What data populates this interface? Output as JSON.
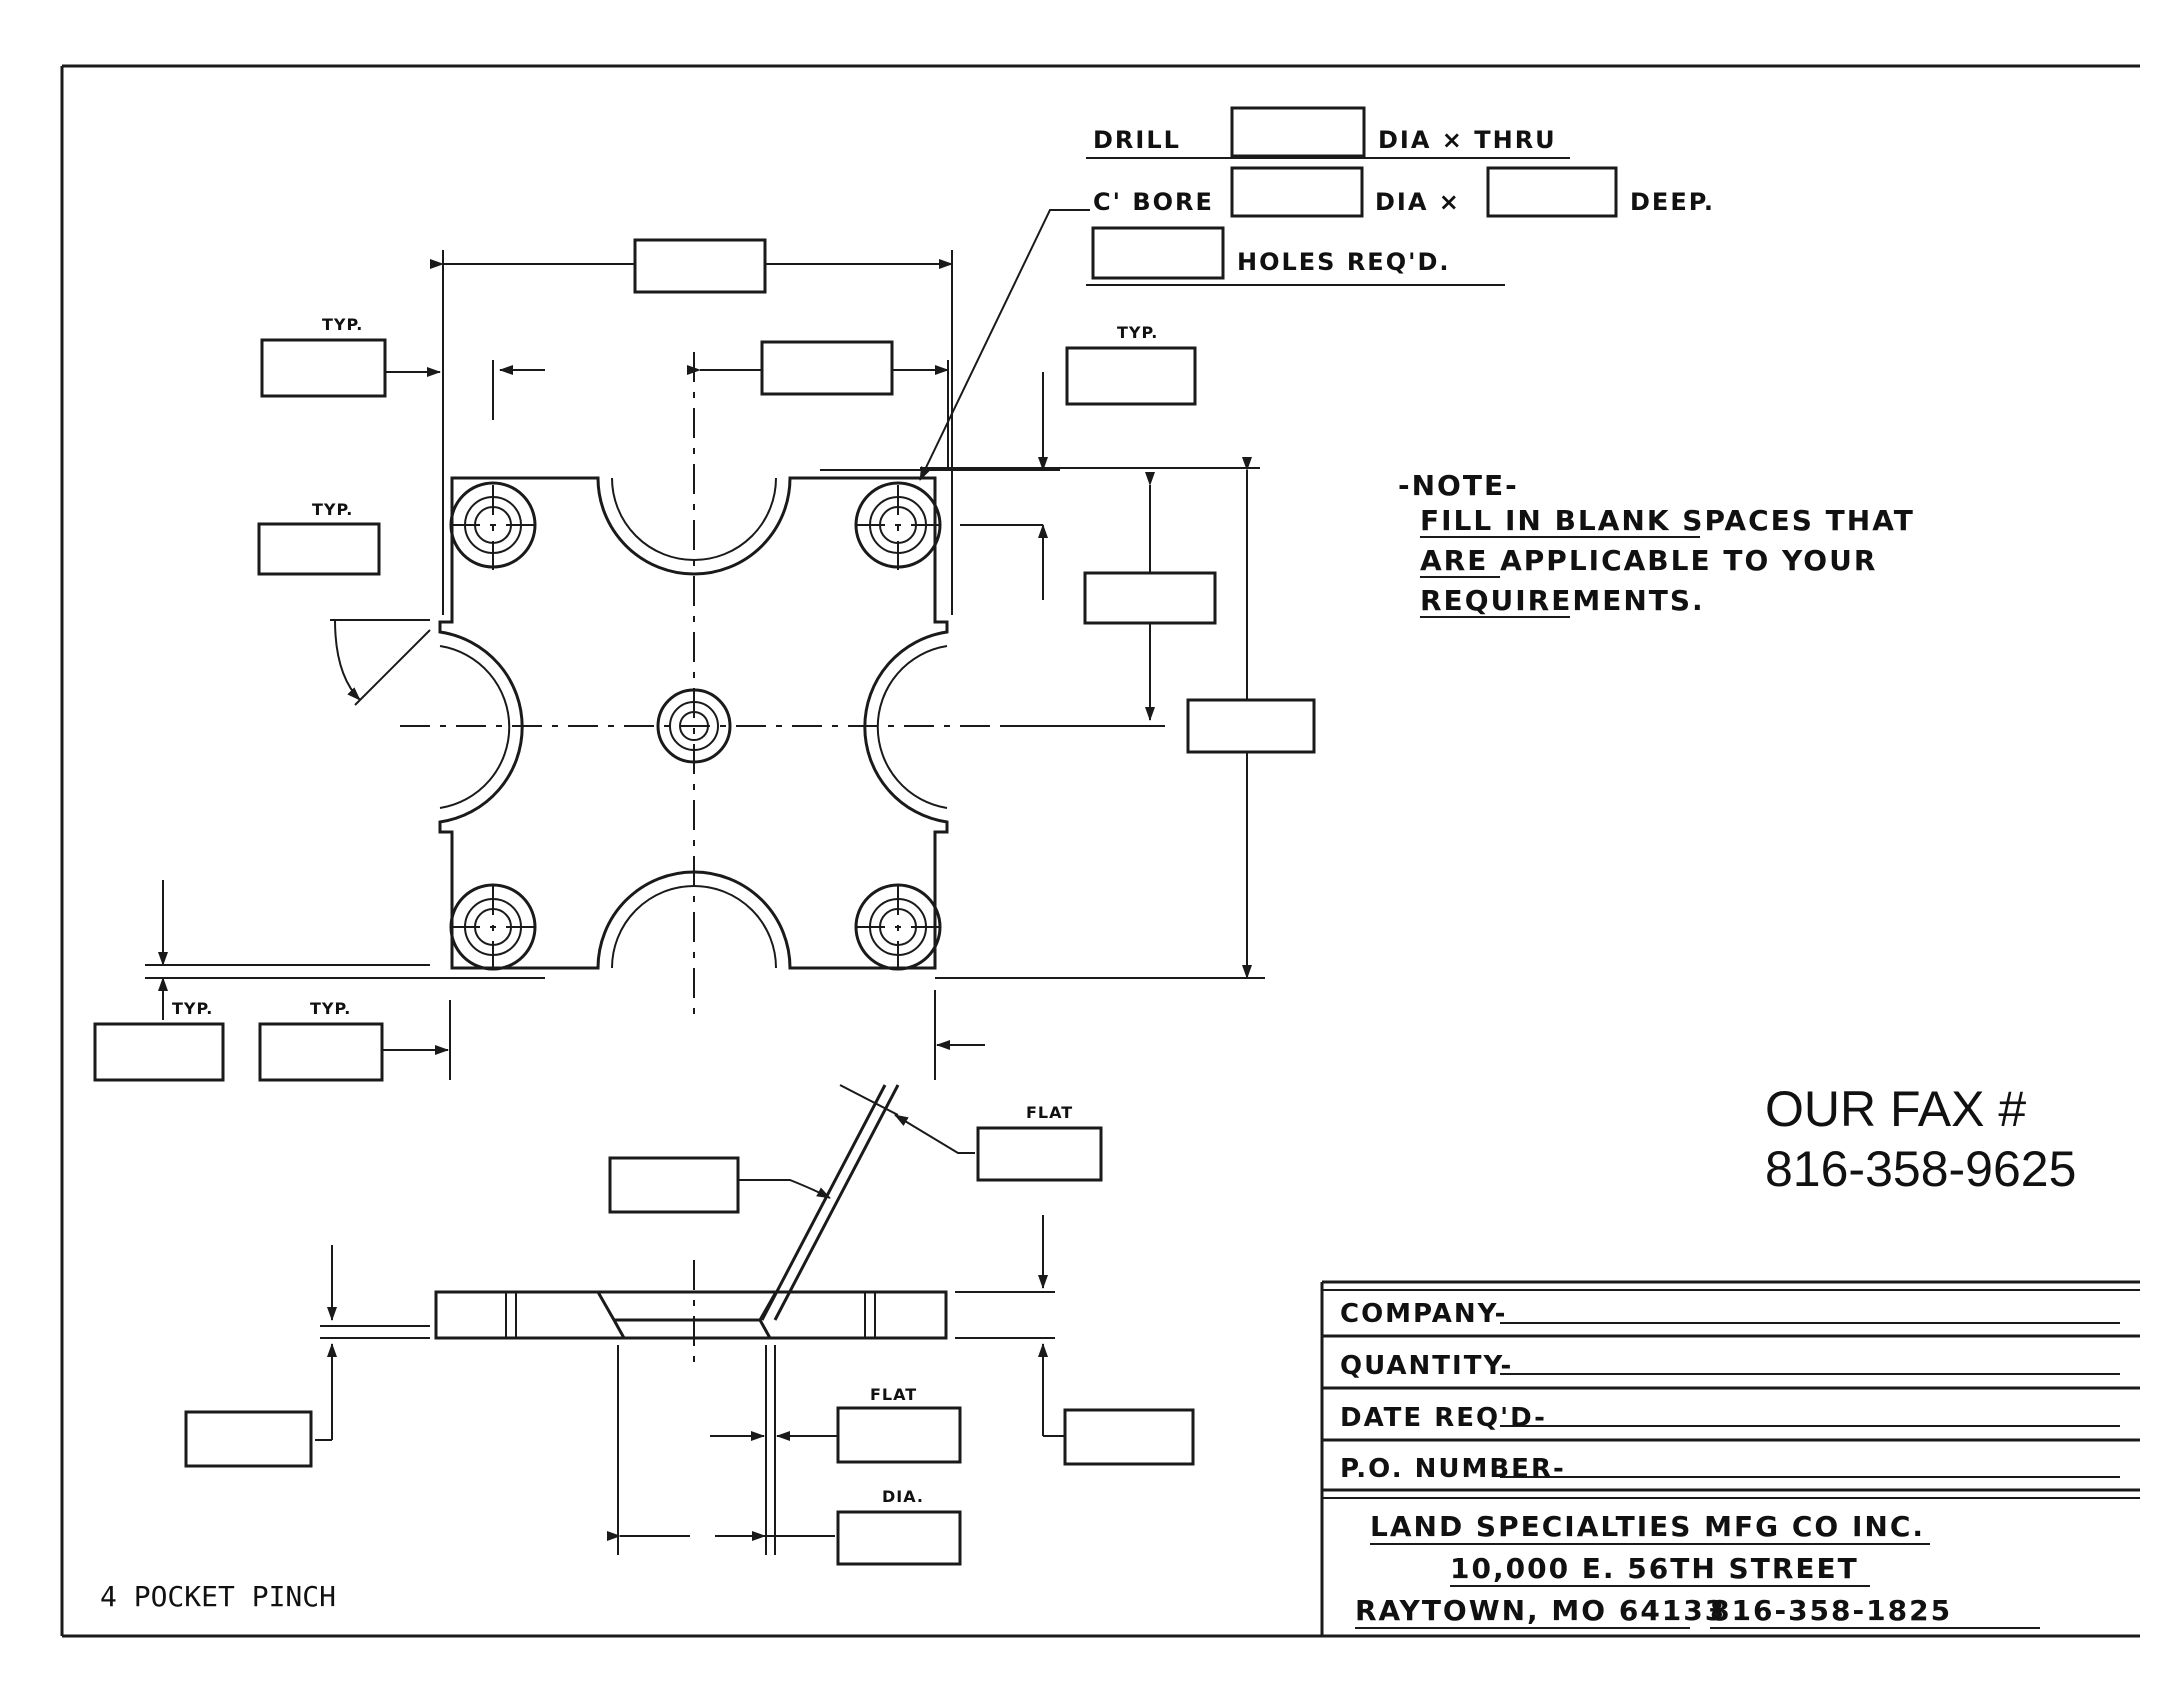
{
  "drill_spec": {
    "drill": "DRILL",
    "dia_thru": "DIA × THRU",
    "cbore": "C' BORE",
    "dia_x": "DIA ×",
    "deep": "DEEP.",
    "holes_reqd": "HOLES REQ'D."
  },
  "dimension_labels": {
    "typ": "TYP.",
    "flat": "FLAT",
    "dia": "DIA."
  },
  "note": {
    "heading": "-NOTE-",
    "line1": "FILL IN BLANK SPACES THAT",
    "line2": "ARE APPLICABLE TO YOUR",
    "line3": "REQUIREMENTS."
  },
  "fax": {
    "label": "OUR FAX #",
    "number": "816-358-9625"
  },
  "title_block": {
    "company": "COMPANY-",
    "quantity": "QUANTITY-",
    "date_reqd": "DATE REQ'D-",
    "po_number": "P.O. NUMBER-"
  },
  "address": {
    "line1": "LAND SPECIALTIES MFG CO INC.",
    "line2": "10,000 E. 56TH STREET",
    "line3a": "RAYTOWN, MO 64133",
    "line3b": "816-358-1825"
  },
  "part_name": "4 POCKET PINCH"
}
